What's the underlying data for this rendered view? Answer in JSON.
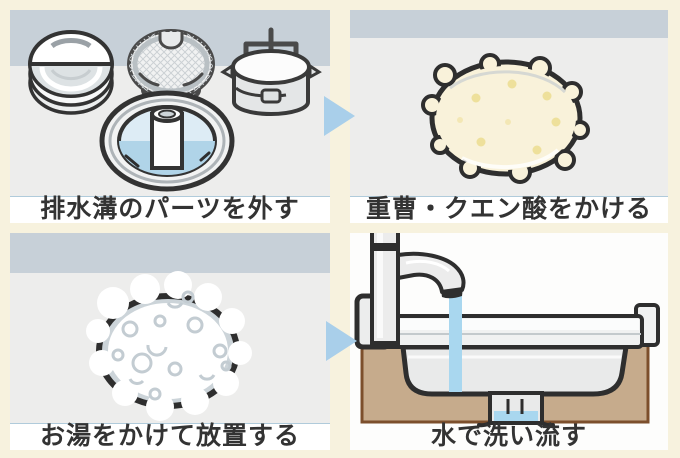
{
  "title": "drain-cleaning-steps-infographic",
  "palette": {
    "page_background": "#f7f2de",
    "panel_background": "#ededec",
    "panel4_background": "#fdfdfc",
    "header_band": "#c7d0d8",
    "caption_background": "#ffffff",
    "caption_rule": "#b0cbdb",
    "caption_text": "#333333",
    "arrow": "#a9cfea",
    "outline": "#2e2e2e",
    "faucet_water": "#a9d7ef",
    "drain_water": "#b0d4e8",
    "powder": "#f9f2da",
    "powder_dots": "#eee09b",
    "counter_wood": "#c6ab8c",
    "counter_edge": "#7c4f2c",
    "metal_gray": "#ececec",
    "foam_shadow": "#ccd4d9"
  },
  "steps": [
    {
      "index": 1,
      "caption": "排水溝のパーツを外す",
      "illustration": "drain-parts"
    },
    {
      "index": 2,
      "caption": "重曹・クエン酸をかける",
      "illustration": "powder-pile"
    },
    {
      "index": 3,
      "caption": "お湯をかけて放置する",
      "illustration": "foam-bubbles"
    },
    {
      "index": 4,
      "caption": "水で洗い流す",
      "illustration": "sink-rinsing"
    }
  ],
  "icons": [
    "dish-cover-icon",
    "strainer-basket-icon",
    "trap-cup-icon",
    "drain-opening-icon",
    "powder-pile-icon",
    "foam-icon",
    "faucet-icon",
    "sink-basin-icon",
    "arrow-right-icon"
  ],
  "arrows": [
    {
      "name": "arrow-right-icon",
      "from_step": 1,
      "to_step": 2
    },
    {
      "name": "arrow-right-icon",
      "from_step": 3,
      "to_step": 4
    }
  ]
}
